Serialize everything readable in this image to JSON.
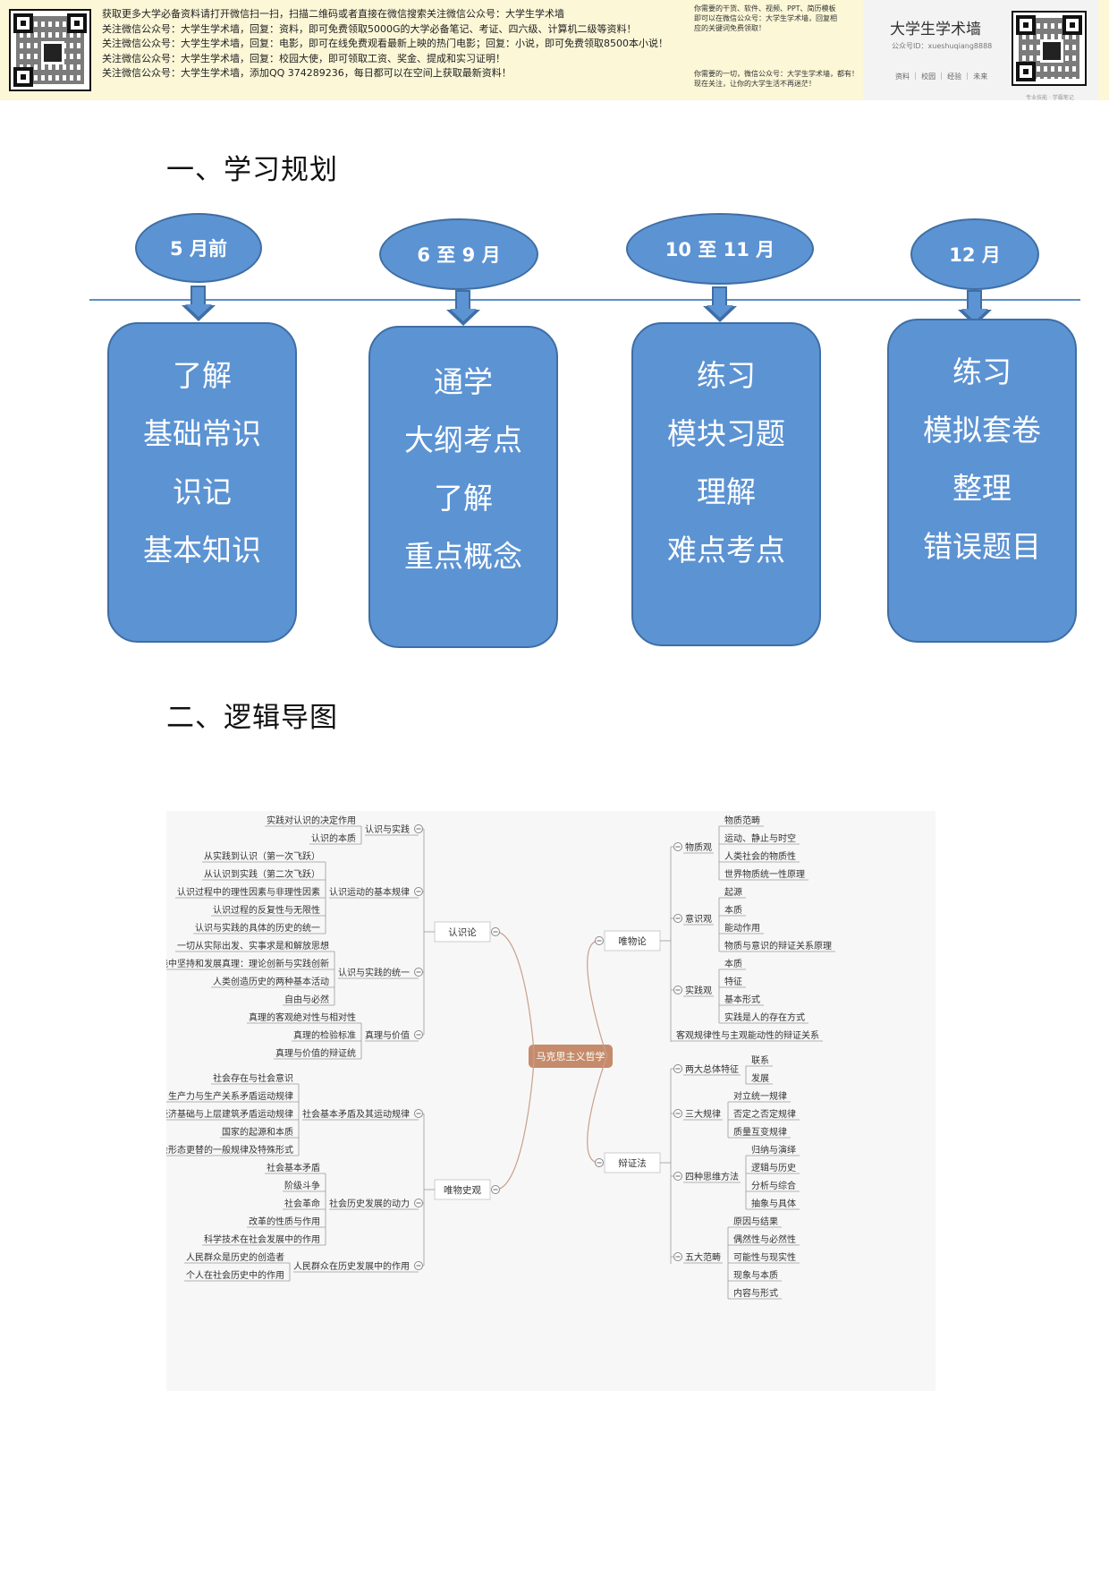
{
  "banner": {
    "lines": [
      "获取更多大学必备资料请打开微信扫一扫，扫描二维码或者直接在微信搜索关注微信公众号：大学生学术墙",
      "关注微信公众号：大学生学术墙，回复：资料，即可免费领取5000G的大学必备笔记、考证、四六级、计算机二级等资料！",
      "关注微信公众号：大学生学术墙，回复：电影，即可在线免费观看最新上映的热门电影；回复：小说，即可免费领取8500本小说！",
      "关注微信公众号：大学生学术墙，回复：校园大使，即可领取工资、奖金、提成和实习证明！",
      "关注微信公众号：大学生学术墙，添加QQ 374289236，每日都可以在空间上获取最新资料！"
    ],
    "right_top": [
      "你需要的干货、软件、视频、PPT、简历模板",
      "即可以在微信公众号：大学生学术墙，回复相",
      "应的关键词免费领取！"
    ],
    "right_bottom": [
      "你需要的一切，微信公众号：大学生学术墙，都有！",
      "现在关注，让你的大学生活不再迷茫！"
    ],
    "brand_name": "大学生学术墙",
    "brand_sub": "公众号ID：xueshuqiang8888",
    "brand_links": "资料 ｜ 校园 ｜ 经验 ｜ 未来",
    "brand_foot": "专业技能 · 学霸笔记"
  },
  "section1": {
    "title": "一、学习规划"
  },
  "section2": {
    "title": "二、逻辑导图"
  },
  "plan": {
    "stages": [
      {
        "period": "5 月前",
        "lines": [
          "了解",
          "基础常识",
          "识记",
          "基本知识"
        ]
      },
      {
        "period": "6 至 9 月",
        "lines": [
          "通学",
          "大纲考点",
          "了解",
          "重点概念"
        ]
      },
      {
        "period": "10 至 11 月",
        "lines": [
          "练习",
          "模块习题",
          "理解",
          "难点考点"
        ]
      },
      {
        "period": "12 月",
        "lines": [
          "练习",
          "模拟套卷",
          "整理",
          "错误题目"
        ]
      }
    ]
  },
  "mindmap": {
    "root": "马克思主义哲学",
    "left": [
      {
        "label": "认识论",
        "groups": [
          {
            "label": "认识与实践",
            "items": [
              "实践对认识的决定作用",
              "认识的本质"
            ]
          },
          {
            "label": "认识运动的基本规律",
            "items": [
              "从实践到认识（第一次飞跃）",
              "从认识到实践（第二次飞跃）",
              "认识过程中的理性因素与非理性因素",
              "认识过程的反复性与无限性",
              "认识与实践的具体的历史的统一"
            ]
          },
          {
            "label": "认识与实践的统一",
            "items": [
              "一切从实际出发、实事求是和解放思想",
              "在实践中坚持和发展真理：理论创新与实践创新",
              "人类创造历史的两种基本活动",
              "自由与必然"
            ]
          },
          {
            "label": "真理与价值",
            "items": [
              "真理的客观绝对性与相对性",
              "真理的检验标准",
              "真理与价值的辩证统"
            ]
          }
        ]
      },
      {
        "label": "唯物史观",
        "groups": [
          {
            "label": "社会基本矛盾及其运动规律",
            "items": [
              "社会存在与社会意识",
              "生产力与生产关系矛盾运动规律",
              "经济基础与上层建筑矛盾运动规律",
              "国家的起源和本质",
              "社会形态更替的一般规律及特殊形式"
            ]
          },
          {
            "label": "社会历史发展的动力",
            "items": [
              "社会基本矛盾",
              "阶级斗争",
              "社会革命",
              "改革的性质与作用",
              "科学技术在社会发展中的作用"
            ]
          },
          {
            "label": "人民群众在历史发展中的作用",
            "items": [
              "人民群众是历史的创造者",
              "个人在社会历史中的作用"
            ]
          }
        ]
      }
    ],
    "right": [
      {
        "label": "唯物论",
        "groups": [
          {
            "label": "物质观",
            "items": [
              "物质范畴",
              "运动、静止与时空",
              "人类社会的物质性",
              "世界物质统一性原理"
            ]
          },
          {
            "label": "意识观",
            "items": [
              "起源",
              "本质",
              "能动作用",
              "物质与意识的辩证关系原理"
            ]
          },
          {
            "label": "实践观",
            "items": [
              "本质",
              "特征",
              "基本形式",
              "实践是人的存在方式"
            ]
          },
          {
            "label": "",
            "items": [
              "客观规律性与主观能动性的辩证关系"
            ]
          }
        ]
      },
      {
        "label": "辩证法",
        "groups": [
          {
            "label": "两大总体特征",
            "items": [
              "联系",
              "发展"
            ]
          },
          {
            "label": "三大规律",
            "items": [
              "对立统一规律",
              "否定之否定规律",
              "质量互变规律"
            ]
          },
          {
            "label": "四种思维方法",
            "items": [
              "归纳与演绎",
              "逻辑与历史",
              "分析与综合",
              "抽象与具体"
            ]
          },
          {
            "label": "五大范畴",
            "items": [
              "原因与结果",
              "偶然性与必然性",
              "可能性与现实性",
              "现象与本质",
              "内容与形式"
            ]
          }
        ]
      }
    ]
  },
  "colors": {
    "plan_fill": "#5c93d3",
    "plan_border": "#3f6ea4",
    "root_fill": "#c58b6a",
    "branch_line": "#c9a08d",
    "banner_bg": "#fbf7d7"
  },
  "icons": [
    "qr-code-icon",
    "collapse-toggle-icon"
  ]
}
